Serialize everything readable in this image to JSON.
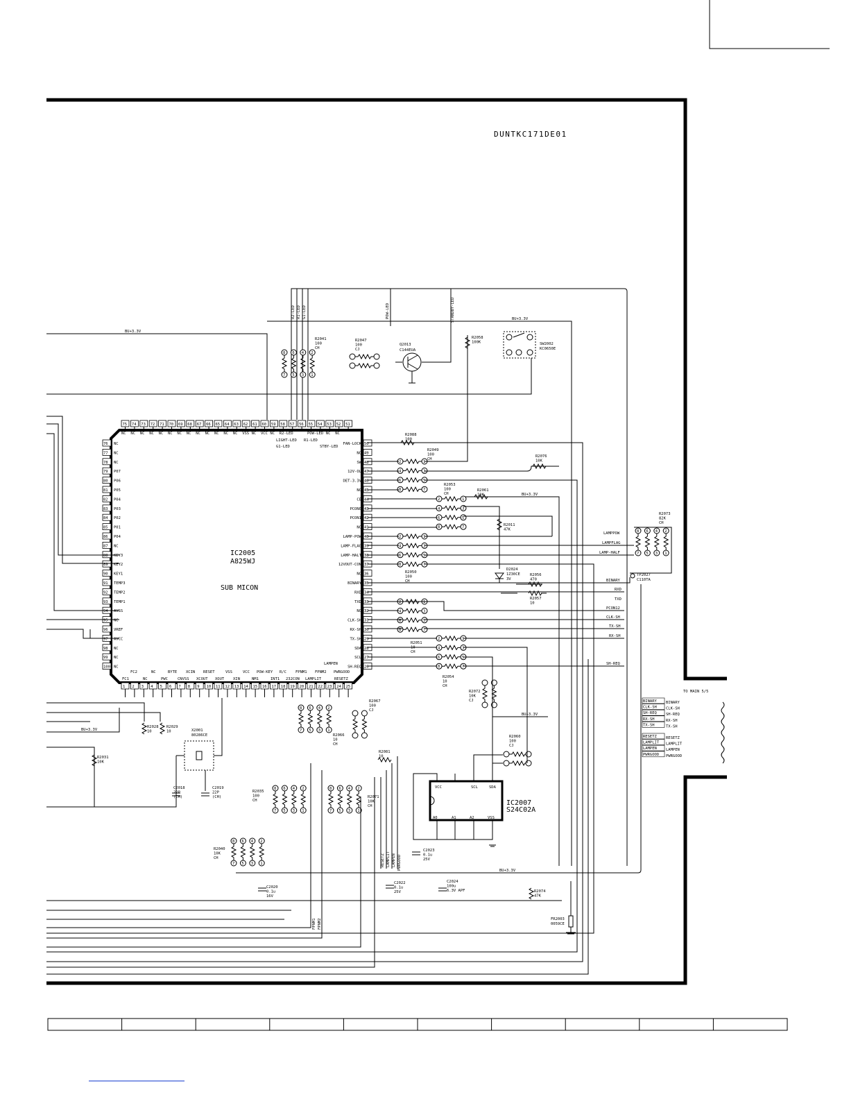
{
  "doc_id": "DUNTKC171DE01",
  "ic2005": {
    "ref": "IC2005",
    "part": "A825WJ",
    "desc": "SUB MICON"
  },
  "ic2007": {
    "ref": "IC2007",
    "part": "S24C02A"
  },
  "q2013": {
    "ref": "Q2013",
    "part": "C144EUA"
  },
  "sw2002": {
    "ref": "SW2002",
    "part": "KC0650E"
  },
  "x2001": {
    "ref": "X2001",
    "part": "80286CE"
  },
  "d2024": {
    "ref": "D2024",
    "part": "1Z30CE",
    "value": "3V"
  },
  "tp2027": {
    "ref": "TP2027",
    "part": "C110TA"
  },
  "fr2003": {
    "ref": "FR2003",
    "part": "0059CE"
  },
  "ic2007_pins": {
    "top": [
      "VCC",
      "SCL",
      "SDA"
    ],
    "bottom": [
      "A0",
      "A1",
      "A2",
      "VSS"
    ]
  },
  "rails": {
    "bu33": "BU+3.3V"
  },
  "to_main": "TO MAIN 5/5",
  "top_bus_labels": [
    "R2-LED",
    "R1-LED",
    "G1-LED",
    "POW-LED",
    "STANDBY-LED"
  ],
  "top_pins_left": [
    "75",
    "74",
    "73",
    "72",
    "71",
    "70",
    "69",
    "68",
    "67",
    "66",
    "65",
    "64",
    "63",
    "62",
    "61",
    "60",
    "59",
    "58",
    "57",
    "56",
    "55",
    "54",
    "53",
    "52",
    "51"
  ],
  "top_pin_names": [
    "NC",
    "NC",
    "NC",
    "NC",
    "NC",
    "NC",
    "NC",
    "NC",
    "NC",
    "NC",
    "NC",
    "NC",
    "NC",
    "VSS",
    "NC",
    "VCC",
    "NC",
    "R2-LED",
    "",
    "",
    "POW-LED",
    "",
    "NC",
    "NC",
    ""
  ],
  "top_pin_names2": [
    "LIGHT-LED",
    "R1-LED",
    "G1-LED",
    "STBY-LED"
  ],
  "left_pins": [
    {
      "n": "76",
      "t": "NC"
    },
    {
      "n": "77",
      "t": "NC"
    },
    {
      "n": "78",
      "t": "NC"
    },
    {
      "n": "79",
      "t": "P07"
    },
    {
      "n": "80",
      "t": "P06"
    },
    {
      "n": "81",
      "t": "P05"
    },
    {
      "n": "82",
      "t": "P04"
    },
    {
      "n": "83",
      "t": "P03"
    },
    {
      "n": "84",
      "t": "P02"
    },
    {
      "n": "85",
      "t": "P01"
    },
    {
      "n": "86",
      "t": "P04"
    },
    {
      "n": "87",
      "t": "NC"
    },
    {
      "n": "88",
      "t": "KEY3"
    },
    {
      "n": "89",
      "t": "KEY2"
    },
    {
      "n": "90",
      "t": "KEY1"
    },
    {
      "n": "91",
      "t": "TEMP3"
    },
    {
      "n": "92",
      "t": "TEMP2"
    },
    {
      "n": "93",
      "t": "TEMP1"
    },
    {
      "n": "94",
      "t": "AVSS"
    },
    {
      "n": "95",
      "t": "NC"
    },
    {
      "n": "96",
      "t": "VREF"
    },
    {
      "n": "97",
      "t": "AVCC"
    },
    {
      "n": "98",
      "t": "NC"
    },
    {
      "n": "99",
      "t": "NC"
    },
    {
      "n": "100",
      "t": "NC"
    }
  ],
  "right_pins": [
    {
      "n": "50",
      "t": "FAN-LOCK"
    },
    {
      "n": "49",
      "t": "NC"
    },
    {
      "n": "48",
      "t": "SW"
    },
    {
      "n": "47",
      "t": "12V-OL"
    },
    {
      "n": "46",
      "t": "DET-3.3V"
    },
    {
      "n": "45",
      "t": "NC"
    },
    {
      "n": "44",
      "t": "CE"
    },
    {
      "n": "43",
      "t": "PCON0"
    },
    {
      "n": "42",
      "t": "PCON1"
    },
    {
      "n": "41",
      "t": "NC"
    },
    {
      "n": "40",
      "t": "LAMP-POW"
    },
    {
      "n": "39",
      "t": "LAMP-FLAG"
    },
    {
      "n": "38",
      "t": "LAMP-HALT"
    },
    {
      "n": "37",
      "t": "12VOUT-CON"
    },
    {
      "n": "36",
      "t": "NC"
    },
    {
      "n": "35",
      "t": "BINARY"
    },
    {
      "n": "34",
      "t": "RXD"
    },
    {
      "n": "33",
      "t": "TXD"
    },
    {
      "n": "32",
      "t": "NC"
    },
    {
      "n": "31",
      "t": "CLK-SH"
    },
    {
      "n": "30",
      "t": "RX-SH"
    },
    {
      "n": "29",
      "t": "TX-SH"
    },
    {
      "n": "28",
      "t": "SDA"
    },
    {
      "n": "27",
      "t": "SCL"
    },
    {
      "n": "26",
      "t": "SH-REQ"
    }
  ],
  "bottom_pins": [
    "1",
    "2",
    "3",
    "4",
    "5",
    "6",
    "7",
    "8",
    "9",
    "10",
    "11",
    "12",
    "13",
    "14",
    "15",
    "16",
    "17",
    "18",
    "19",
    "20",
    "21",
    "22",
    "23",
    "24",
    "25"
  ],
  "bottom_names_upper": [
    "FC2",
    "NC",
    "BYTE",
    "XCIN",
    "RESET",
    "VSS",
    "VCC",
    "POW-KEY",
    "R/C",
    "FPNM1",
    "FPNM2",
    "PWRGOOD"
  ],
  "bottom_names_lower": [
    "FC1",
    "NC",
    "PWC",
    "CNVSS",
    "XCOUT",
    "XOUT",
    "XIN",
    "NM1",
    "INT1",
    "232CON",
    "LAMPLIT",
    "RESETZ",
    "LAMPEN"
  ],
  "net_labels_right": [
    "LAMPPOW",
    "LAMPFLAG",
    "LAMP-HALF",
    "BINARY",
    "RXD",
    "TXD",
    "PCON12",
    "CLK-SH",
    "TX-SH",
    "RX-SH",
    "SH-REQ"
  ],
  "connector_labels": [
    "BINARY",
    "CLK-SH",
    "SH-REQ",
    "RX-SH",
    "TX-SH",
    "RESETZ",
    "LAMPLIT",
    "LAMPEN",
    "PWRGOOD"
  ],
  "vertical_labels": [
    "RESETZ",
    "LAMPLIT",
    "LAMPEN",
    "PWRGOOD",
    "FPNM1",
    "FPNM2"
  ],
  "components": [
    {
      "ref": "R2041",
      "v": "100",
      "t": "CH"
    },
    {
      "ref": "R2047",
      "v": "100",
      "t": "CJ"
    },
    {
      "ref": "R2058",
      "v": "100K",
      "t": ""
    },
    {
      "ref": "R2088",
      "v": "100",
      "t": ""
    },
    {
      "ref": "R2049",
      "v": "100",
      "t": "CH"
    },
    {
      "ref": "R2076",
      "v": "10K",
      "t": ""
    },
    {
      "ref": "R2053",
      "v": "100",
      "t": "CH"
    },
    {
      "ref": "R2061",
      "v": "10K",
      "t": ""
    },
    {
      "ref": "R2011",
      "v": "47K",
      "t": ""
    },
    {
      "ref": "R2073",
      "v": "82K",
      "t": "CH"
    },
    {
      "ref": "R2050",
      "v": "100",
      "t": "CH"
    },
    {
      "ref": "R2056",
      "v": "470",
      "t": ""
    },
    {
      "ref": "R2057",
      "v": "10",
      "t": ""
    },
    {
      "ref": "R2051",
      "v": "10",
      "t": "CH"
    },
    {
      "ref": "R2054",
      "v": "10",
      "t": "CH"
    },
    {
      "ref": "R2072",
      "v": "10K",
      "t": "CJ"
    },
    {
      "ref": "R2067",
      "v": "100",
      "t": "CJ"
    },
    {
      "ref": "R2066",
      "v": "10",
      "t": "CH"
    },
    {
      "ref": "R2081",
      "v": "10",
      "t": ""
    },
    {
      "ref": "R2060",
      "v": "100",
      "t": "CJ"
    },
    {
      "ref": "R2028",
      "v": "10",
      "t": ""
    },
    {
      "ref": "R2029",
      "v": "10",
      "t": ""
    },
    {
      "ref": "R2031",
      "v": "10K",
      "t": ""
    },
    {
      "ref": "R2035",
      "v": "100",
      "t": "CH"
    },
    {
      "ref": "R2071",
      "v": "10K",
      "t": "CH"
    },
    {
      "ref": "R2040",
      "v": "10K",
      "t": "CH"
    },
    {
      "ref": "R2074",
      "v": "47K",
      "t": ""
    },
    {
      "ref": "C2018",
      "v": "22P",
      "t": "(CH)"
    },
    {
      "ref": "C2019",
      "v": "22P",
      "t": "(CH)"
    },
    {
      "ref": "C2023",
      "v": "0.1u",
      "t": "25V"
    },
    {
      "ref": "C2020",
      "v": "0.1u",
      "t": "16V"
    },
    {
      "ref": "C2022",
      "v": "0.1u",
      "t": "25V"
    },
    {
      "ref": "C2024",
      "v": "100u",
      "t": "6.3V APF"
    }
  ]
}
